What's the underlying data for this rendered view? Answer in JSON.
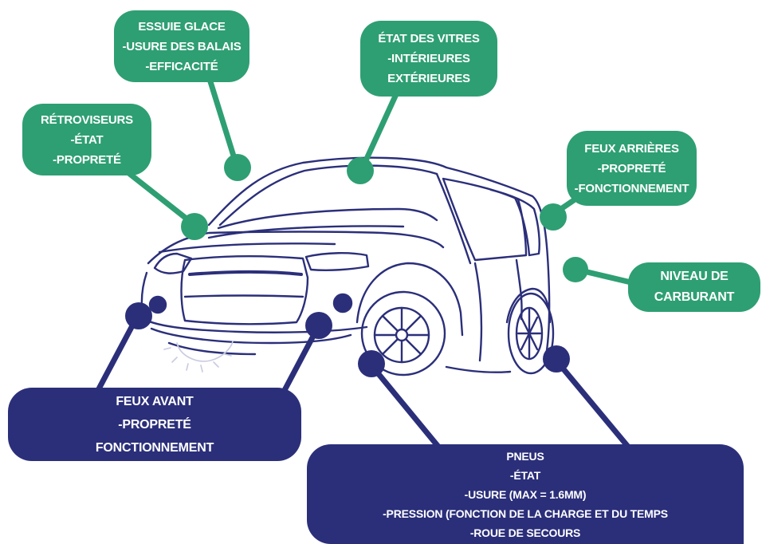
{
  "colors": {
    "green": "#2e9f73",
    "navy": "#2b2f7a",
    "car_outline": "#2b2f7a"
  },
  "labels": {
    "essuie_glace": {
      "title": "ESSUIE GLACE",
      "items": [
        "-USURE DES BALAIS",
        "-EFFICACITÉ"
      ]
    },
    "etat_vitres": {
      "title": "ÉTAT DES VITRES",
      "items": [
        "-INTÉRIEURES",
        "EXTÉRIEURES"
      ]
    },
    "retroviseurs": {
      "title": "RÉTROVISEURS",
      "items": [
        "-ÉTAT",
        "-PROPRETÉ"
      ]
    },
    "feux_arrieres": {
      "title": "FEUX ARRIÈRES",
      "items": [
        "-PROPRETÉ",
        "-FONCTIONNEMENT"
      ]
    },
    "niveau_carburant": {
      "lines": [
        "NIVEAU DE",
        "CARBURANT"
      ]
    },
    "feux_avant": {
      "title": "FEUX AVANT",
      "items": [
        "-PROPRETÉ",
        "FONCTIONNEMENT"
      ]
    },
    "pneus": {
      "title": "PNEUS",
      "items": [
        "-ÉTAT",
        "-USURE (MAX = 1.6MM)",
        "-PRESSION (FONCTION DE LA CHARGE ET DU TEMPS",
        "-ROUE DE SECOURS"
      ]
    }
  }
}
